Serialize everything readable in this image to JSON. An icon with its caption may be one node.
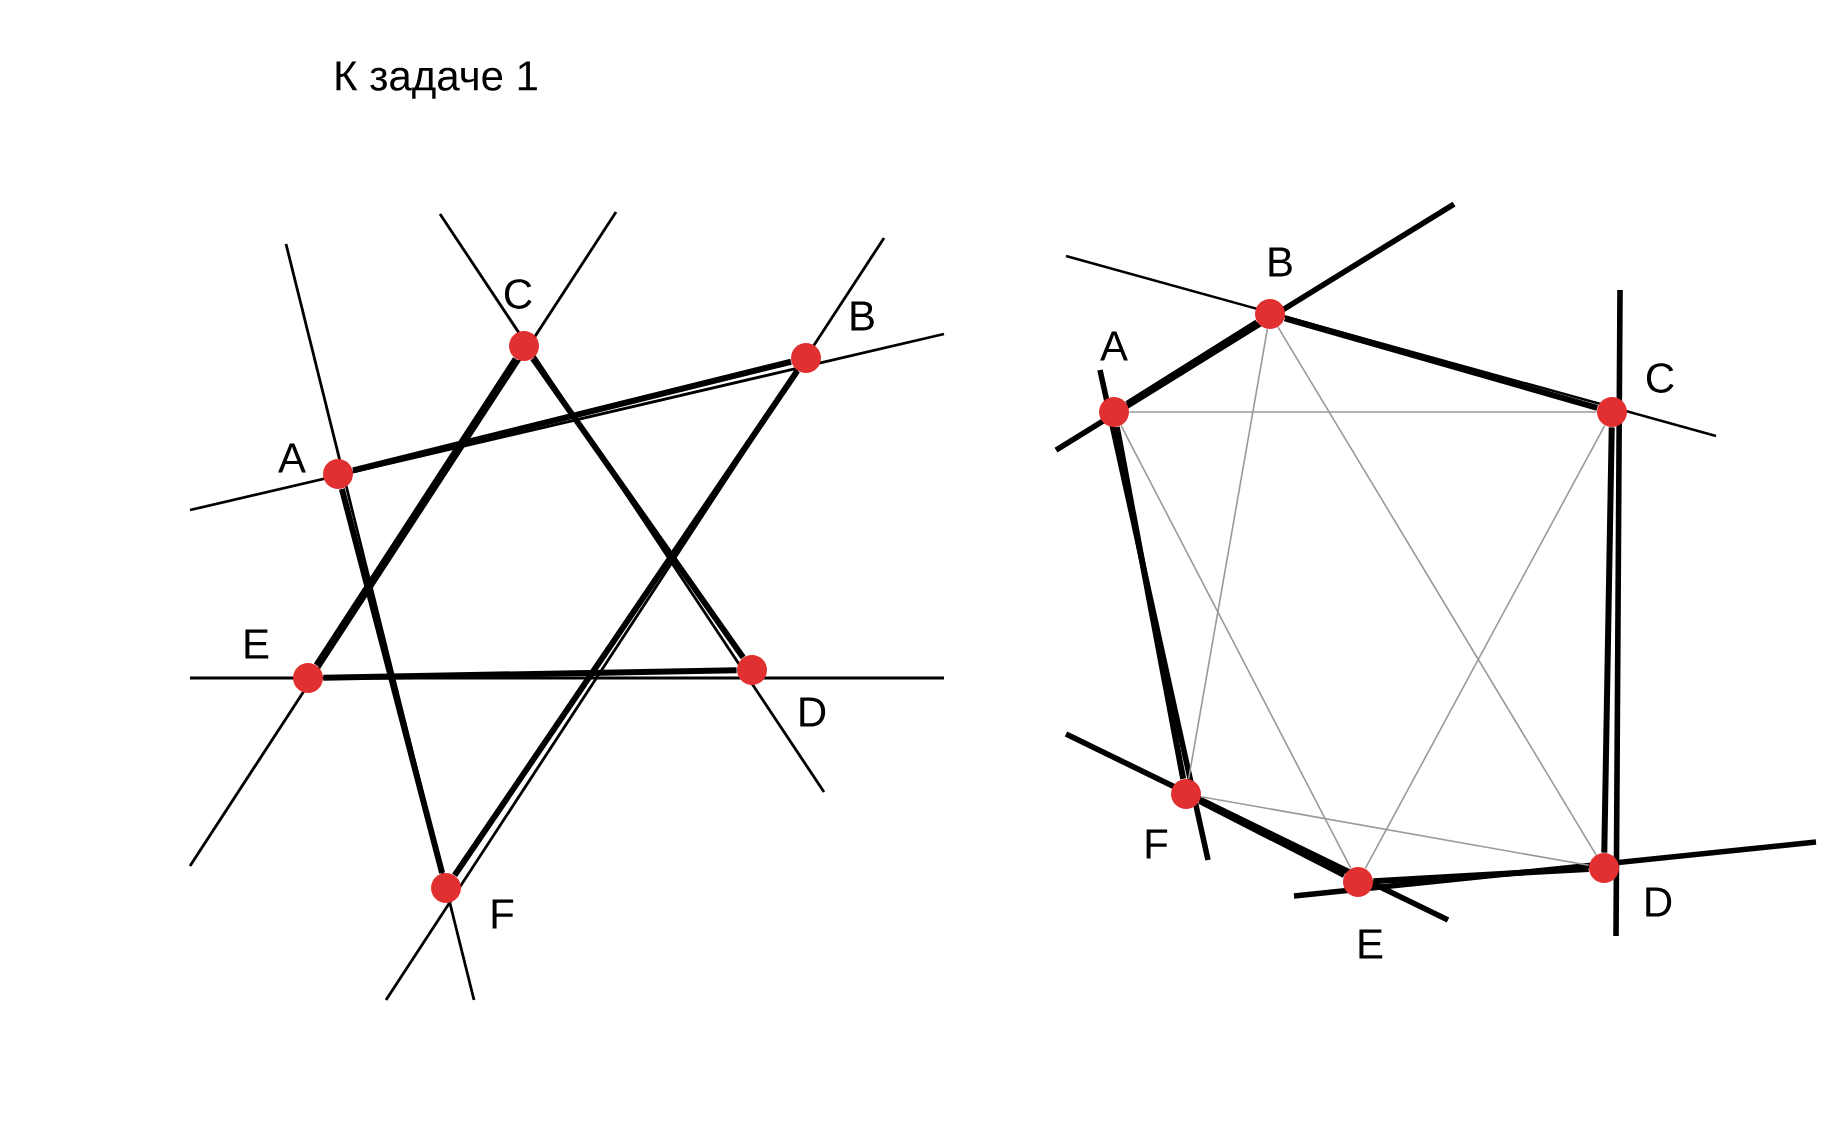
{
  "diagram": {
    "title": "К задаче 1",
    "nodes": [
      {
        "text": [],
        "shape": "circle",
        "beside": [
          "A"
        ]
      },
      {
        "text": [],
        "shape": "circle",
        "beside": [
          "B"
        ]
      },
      {
        "text": [],
        "shape": "circle",
        "beside": [
          "C"
        ]
      },
      {
        "text": [],
        "shape": "circle",
        "beside": [
          "D"
        ]
      },
      {
        "text": [],
        "shape": "circle",
        "beside": [
          "E"
        ]
      },
      {
        "text": [],
        "shape": "circle",
        "beside": [
          "F"
        ]
      },
      {
        "text": [],
        "shape": "circle",
        "beside": [
          "A"
        ]
      },
      {
        "text": [],
        "shape": "circle",
        "beside": [
          "B"
        ]
      },
      {
        "text": [],
        "shape": "circle",
        "beside": [
          "C"
        ]
      },
      {
        "text": [],
        "shape": "circle",
        "beside": [
          "D"
        ]
      },
      {
        "text": [],
        "shape": "circle",
        "beside": [
          "E"
        ]
      },
      {
        "text": [],
        "shape": "circle",
        "beside": [
          "F"
        ]
      }
    ],
    "edges": [
      {
        "from": 0,
        "to": 1,
        "arrow": "none"
      },
      {
        "from": 2,
        "to": 4,
        "arrow": "none"
      },
      {
        "from": 2,
        "to": 3,
        "arrow": "none"
      },
      {
        "from": 4,
        "to": 3,
        "arrow": "none"
      },
      {
        "from": 0,
        "to": 5,
        "arrow": "none"
      },
      {
        "from": 5,
        "to": 1,
        "arrow": "none"
      },
      {
        "from": 6,
        "to": 7,
        "arrow": "none"
      },
      {
        "from": 7,
        "to": 8,
        "arrow": "none"
      },
      {
        "from": 8,
        "to": 9,
        "arrow": "none"
      },
      {
        "from": 9,
        "to": 10,
        "arrow": "none"
      },
      {
        "from": 10,
        "to": 11,
        "arrow": "none"
      },
      {
        "from": 11,
        "to": 6,
        "arrow": "none"
      },
      {
        "from": 6,
        "to": 8,
        "arrow": "none",
        "color": "#999999"
      },
      {
        "from": 6,
        "to": 10,
        "arrow": "none",
        "color": "#999999"
      },
      {
        "from": 7,
        "to": 11,
        "arrow": "none",
        "color": "#999999"
      },
      {
        "from": 7,
        "to": 9,
        "arrow": "none",
        "color": "#999999"
      },
      {
        "from": 8,
        "to": 10,
        "arrow": "none",
        "color": "#999999"
      },
      {
        "from": 11,
        "to": 9,
        "arrow": "none",
        "color": "#999999"
      }
    ]
  }
}
